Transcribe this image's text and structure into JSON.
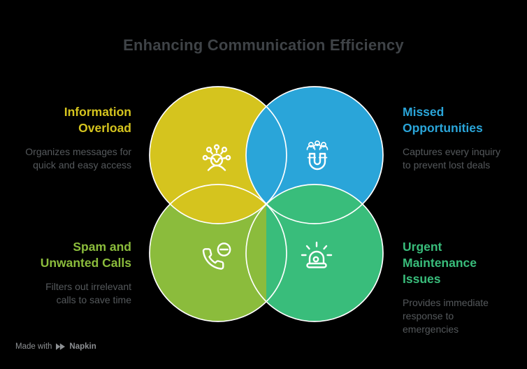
{
  "title": "Enhancing Communication Efficiency",
  "background": "#000000",
  "title_color": "#3f4347",
  "description_color": "#55595c",
  "outline_color": "#ffffff",
  "sections": [
    {
      "id": "information-overload",
      "position": "top-left",
      "label": "Information\nOverload",
      "description": "Organizes messages for\nquick and easy access",
      "color": "#d5c41e",
      "icon": "overwhelmed-person-icon"
    },
    {
      "id": "missed-opportunities",
      "position": "top-right",
      "label": "Missed\nOpportunities",
      "description": "Captures every inquiry\nto prevent lost deals",
      "color": "#2aa5d9",
      "icon": "magnet-attracting-people-icon"
    },
    {
      "id": "spam-and-unwanted-calls",
      "position": "bottom-left",
      "label": "Spam and\nUnwanted Calls",
      "description": "Filters out irrelevant\ncalls to save time",
      "color": "#8bbc3c",
      "icon": "blocked-call-icon"
    },
    {
      "id": "urgent-maintenance-issues",
      "position": "bottom-right",
      "label": "Urgent\nMaintenance\nIssues",
      "description": "Provides immediate\nresponse to\nemergencies",
      "color": "#39bd7b",
      "icon": "emergency-siren-icon"
    }
  ],
  "footer": {
    "made_with": "Made with",
    "brand": "Napkin"
  }
}
